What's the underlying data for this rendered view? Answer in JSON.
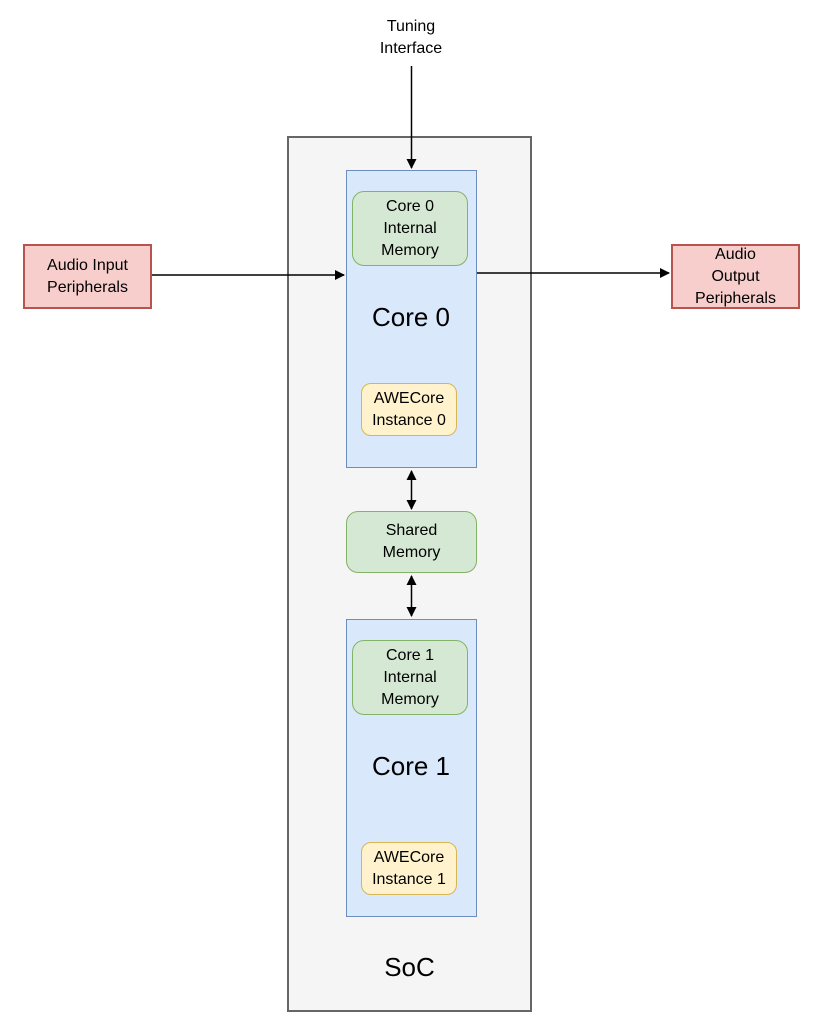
{
  "tuning_interface_label": "Tuning Interface",
  "audio_input_label": "Audio Input Peripherals",
  "audio_output_label": "Audio Output Peripherals",
  "soc": {
    "label": "SoC",
    "core0": {
      "label": "Core 0",
      "memory_label": "Core 0 Internal Memory",
      "awecore_label": "AWECore Instance 0"
    },
    "shared_memory_label": "Shared Memory",
    "core1": {
      "label": "Core 1",
      "memory_label": "Core 1 Internal Memory",
      "awecore_label": "AWECore Instance 1"
    }
  },
  "colors": {
    "core_fill": "#dae8fc",
    "core_border": "#6c8ebf",
    "memory_fill": "#d5e8d4",
    "memory_border": "#82b366",
    "awecore_fill": "#fff2cc",
    "awecore_border": "#d6b656",
    "peripheral_fill": "#f8cecc",
    "peripheral_border": "#b85450",
    "soc_fill": "#f5f5f5",
    "soc_border": "#666666",
    "arrow": "#000000"
  }
}
